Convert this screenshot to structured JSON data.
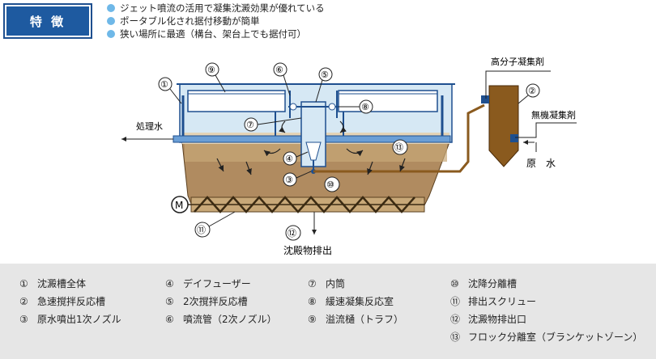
{
  "header": {
    "feature_label": "特 徴",
    "bullets": [
      "ジェット噴流の活用で凝集沈澱効果が優れている",
      "ポータブル化され据付移動が簡単",
      "狭い場所に最適（構台、架台上でも据付可）"
    ]
  },
  "diagram": {
    "treated_water_label": "処理水",
    "polymer_label": "高分子凝集剤",
    "inorganic_label": "無機凝集剤",
    "raw_water_label": "原　水",
    "sludge_out_label": "沈殿物排出",
    "motor_label": "M",
    "markers": [
      "①",
      "②",
      "③",
      "④",
      "⑤",
      "⑥",
      "⑦",
      "⑧",
      "⑨",
      "⑩",
      "⑪",
      "⑫",
      "⑬"
    ]
  },
  "legend": {
    "columns": [
      [
        {
          "num": "①",
          "text": "沈澱槽全体"
        },
        {
          "num": "②",
          "text": "急速撹拌反応槽"
        },
        {
          "num": "③",
          "text": "原水噴出1次ノズル"
        }
      ],
      [
        {
          "num": "④",
          "text": "デイフューザー"
        },
        {
          "num": "⑤",
          "text": "2次撹拌反応槽"
        },
        {
          "num": "⑥",
          "text": "噴流管（2次ノズル）"
        }
      ],
      [
        {
          "num": "⑦",
          "text": "内筒"
        },
        {
          "num": "⑧",
          "text": "緩速凝集反応室"
        },
        {
          "num": "⑨",
          "text": "溢流樋（トラフ）"
        }
      ],
      [
        {
          "num": "⑩",
          "text": "沈降分離槽"
        },
        {
          "num": "⑪",
          "text": "排出スクリュー"
        },
        {
          "num": "⑫",
          "text": "沈澱物排出口"
        },
        {
          "num": "⑬",
          "text": "フロック分離室（ブランケットゾーン）"
        }
      ]
    ]
  },
  "colors": {
    "feature_bg": "#1e5aa0",
    "bullet_dot": "#6fb8e8",
    "tank_water": "#d6e8f4",
    "sludge": "#b08b60",
    "steel": "#1e4f8f",
    "legend_bg": "#e6e6e6"
  }
}
